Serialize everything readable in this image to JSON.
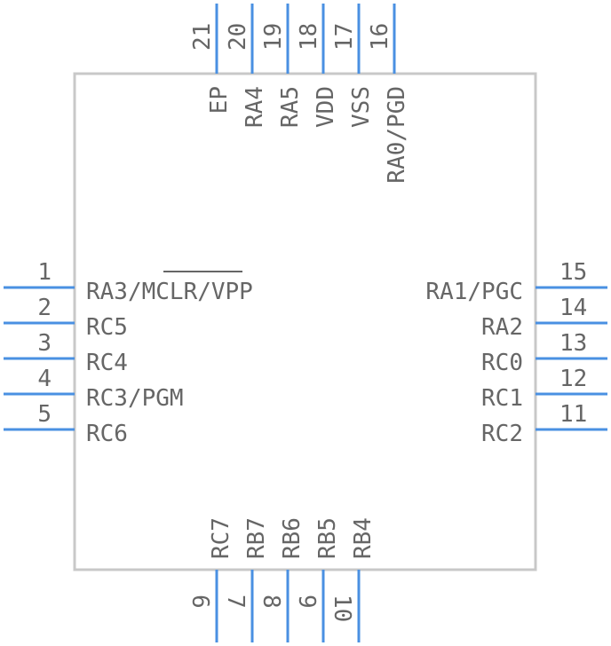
{
  "component": {
    "pins_left": [
      {
        "number": "1",
        "label": "RA3/MCLR/VPP"
      },
      {
        "number": "2",
        "label": "RC5"
      },
      {
        "number": "3",
        "label": "RC4"
      },
      {
        "number": "4",
        "label": "RC3/PGM"
      },
      {
        "number": "5",
        "label": "RC6"
      }
    ],
    "pins_bottom": [
      {
        "number": "6",
        "label": "RC7"
      },
      {
        "number": "7",
        "label": "RB7"
      },
      {
        "number": "8",
        "label": "RB6"
      },
      {
        "number": "9",
        "label": "RB5"
      },
      {
        "number": "10",
        "label": "RB4"
      }
    ],
    "pins_right": [
      {
        "number": "11",
        "label": "RC2"
      },
      {
        "number": "12",
        "label": "RC1"
      },
      {
        "number": "13",
        "label": "RC0"
      },
      {
        "number": "14",
        "label": "RA2"
      },
      {
        "number": "15",
        "label": "RA1/PGC"
      }
    ],
    "pins_top": [
      {
        "number": "16",
        "label": "RA0/PGD"
      },
      {
        "number": "17",
        "label": "VSS"
      },
      {
        "number": "18",
        "label": "VDD"
      },
      {
        "number": "19",
        "label": "RA5"
      },
      {
        "number": "20",
        "label": "RA4"
      },
      {
        "number": "21",
        "label": "EP"
      }
    ]
  },
  "colors": {
    "pin": "#4a90e2",
    "body": "#c8c8c8",
    "text": "#666666"
  }
}
